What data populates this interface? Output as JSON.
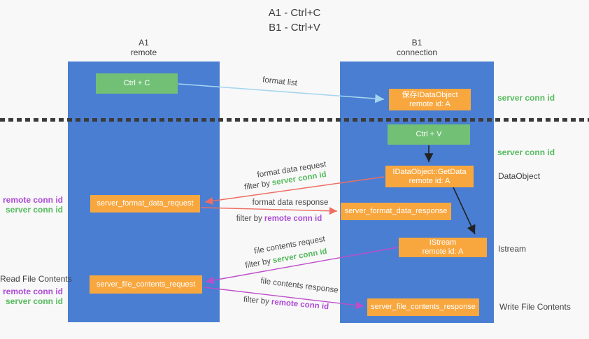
{
  "title": {
    "line1": "A1 - Ctrl+C",
    "line2": "B1 - Ctrl+V"
  },
  "columns": {
    "a1": {
      "name": "A1",
      "subtitle": "remote"
    },
    "b1": {
      "name": "B1",
      "subtitle": "connection"
    }
  },
  "boxes": {
    "ctrl_c": {
      "label": "Ctrl + C"
    },
    "ctrl_v": {
      "label": "Ctrl + V"
    },
    "save_dataobject": {
      "line1": "保存IDataObject",
      "line2": "remote id: A"
    },
    "getdata": {
      "line1": "IDataObject::GetData",
      "line2": "remote id: A"
    },
    "istream": {
      "line1": "IStream",
      "line2": "remote id: A"
    },
    "format_request": {
      "label": "server_format_data_request"
    },
    "format_response": {
      "label": "server_format_data_response"
    },
    "file_request": {
      "label": "server_file_contents_request"
    },
    "file_response": {
      "label": "server_file_contents_response"
    }
  },
  "arrow_labels": {
    "format_list": "format list",
    "format_data_request": "format data request",
    "format_data_response": "format data response",
    "file_contents_request": "file contents request",
    "file_contents_response": "file contents response",
    "filter_by_prefix": "filter by",
    "server_conn_id": "server conn id",
    "remote_conn_id": "remote conn id"
  },
  "side_labels": {
    "server_conn_id_top": "server conn id",
    "server_conn_id_mid": "server conn id",
    "dataobject": "DataObject",
    "istream": "Istream",
    "write_file_contents": "Write File Contents",
    "read_file_contents": "Read File Contents",
    "remote_conn_id_1": "remote conn id",
    "server_conn_id_1": "server conn id",
    "remote_conn_id_2": "remote conn id",
    "server_conn_id_2": "server conn id"
  },
  "colors": {
    "background": "#f8f8f8",
    "column_blue": "#4a7ed2",
    "box_green": "#72c076",
    "box_orange": "#f8a73f",
    "text_green": "#56bb5e",
    "text_purple": "#ad4bd5",
    "arrow_lightblue": "#a5d5f0",
    "arrow_red": "#ee6e63",
    "arrow_magenta": "#bd4ec9",
    "arrow_black": "#222222",
    "dotted_line": "#3b3b3b"
  }
}
